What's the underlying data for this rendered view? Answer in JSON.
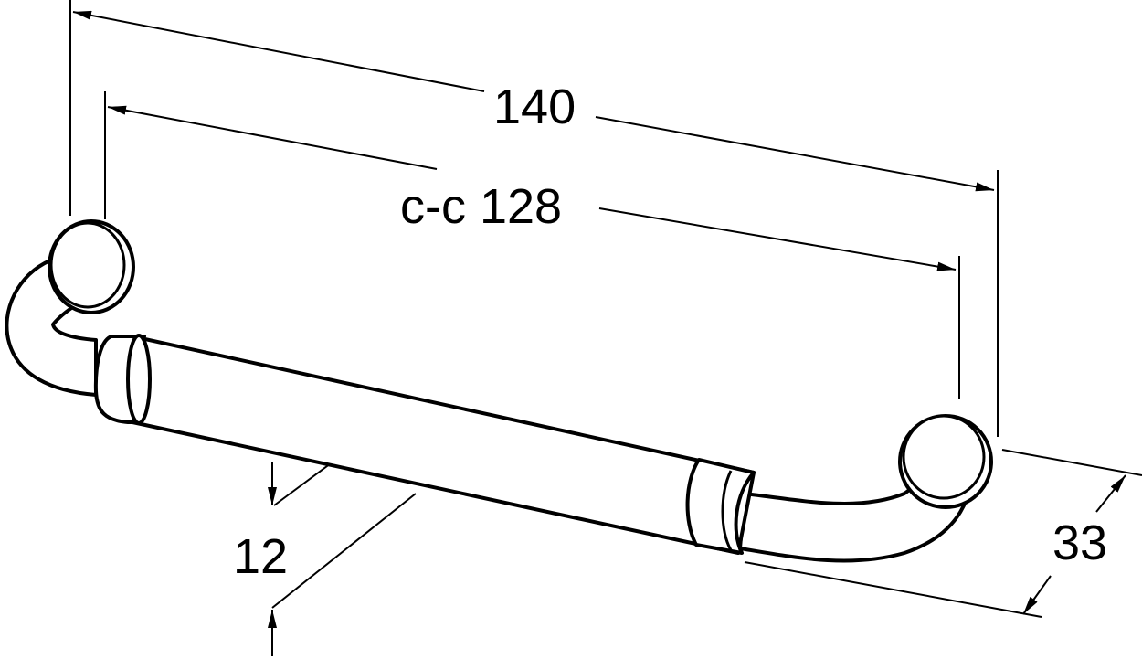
{
  "diagram": {
    "dimensions": {
      "overall_length": "140",
      "center_to_center": "c-c 128",
      "bar_diameter": "12",
      "projection": "33"
    }
  }
}
